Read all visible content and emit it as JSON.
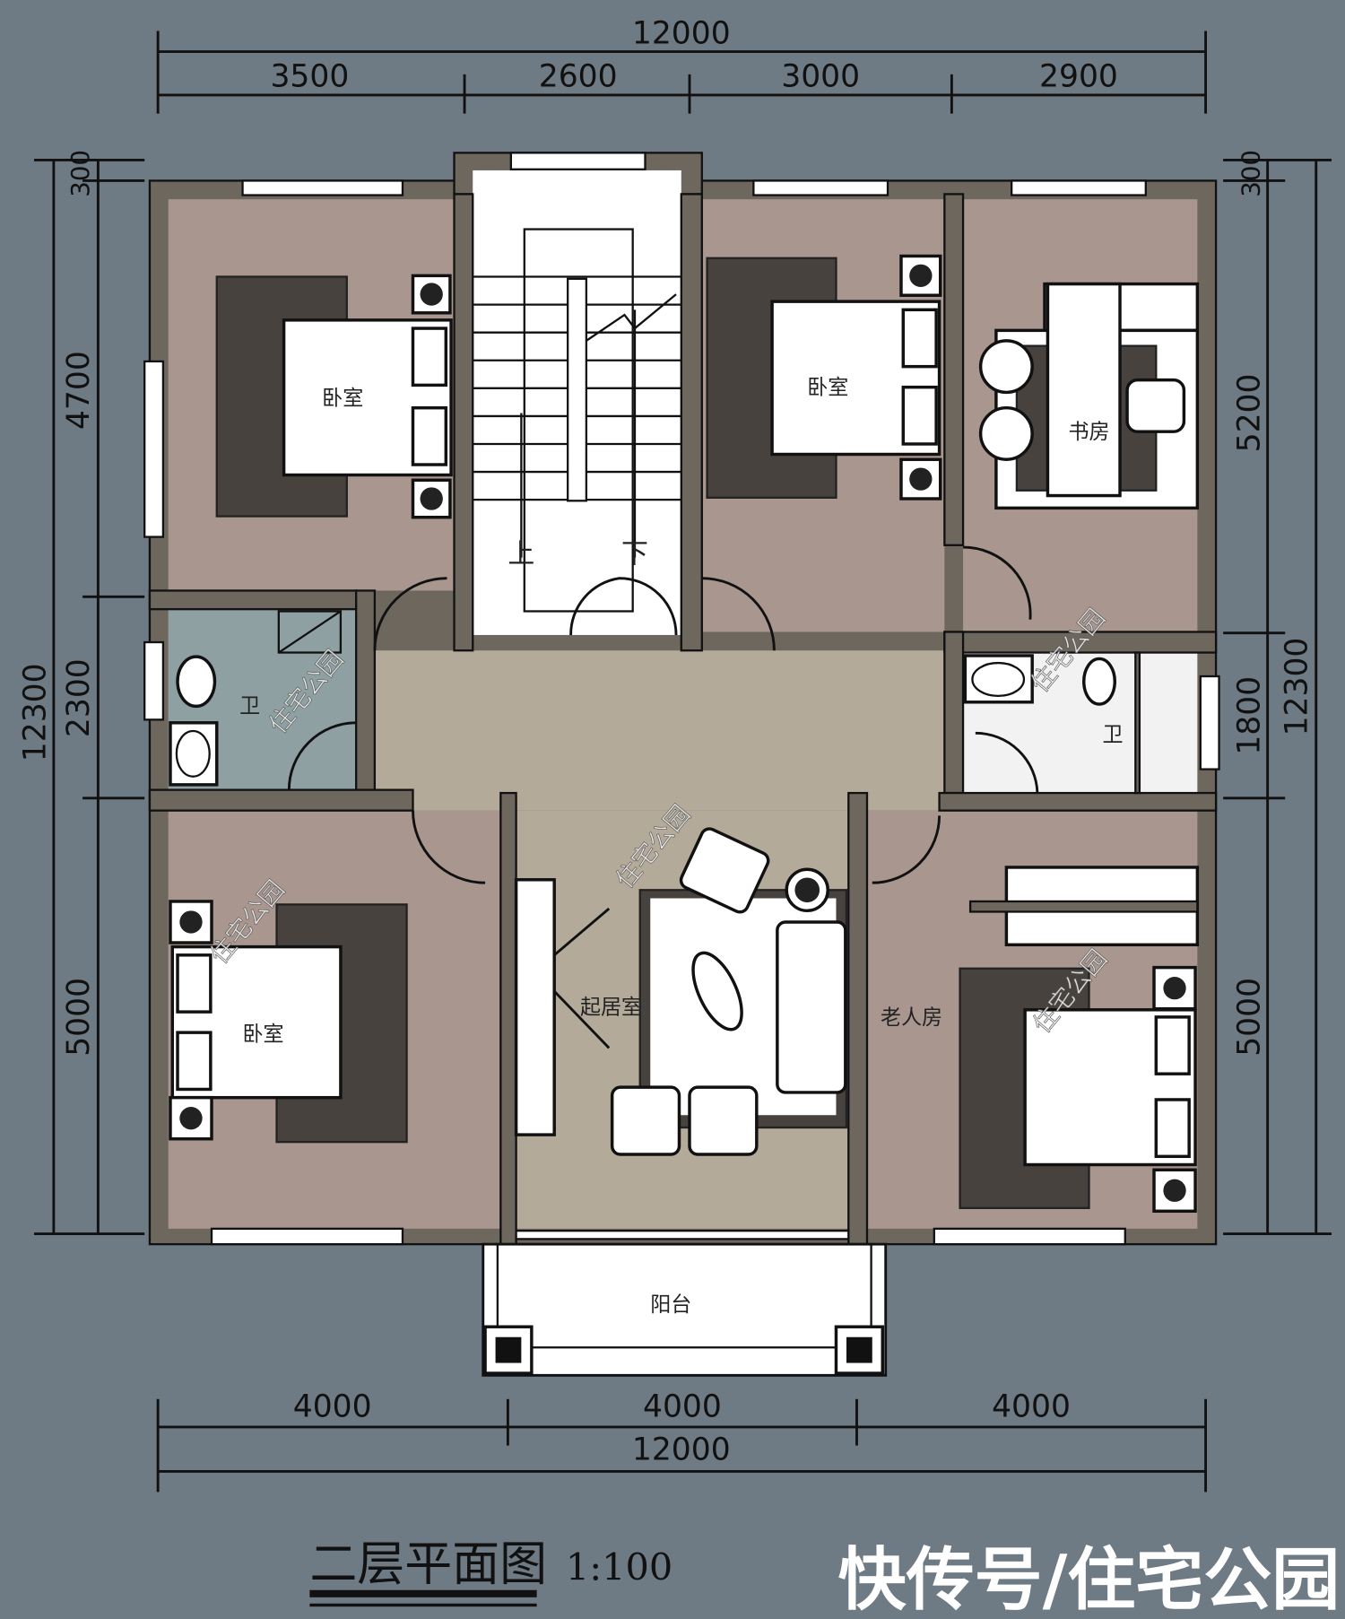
{
  "dimensions": {
    "top_total": "12000",
    "top_segments": [
      "3500",
      "2600",
      "3000",
      "2900"
    ],
    "bottom_segments": [
      "4000",
      "4000",
      "4000"
    ],
    "bottom_total": "12000",
    "left_total": "12300",
    "left_segments": [
      "300",
      "4700",
      "2300",
      "5000"
    ],
    "right_total": "12300",
    "right_segments": [
      "300",
      "5200",
      "1800",
      "5000"
    ]
  },
  "rooms": {
    "bedroom_top_left": "卧室",
    "bedroom_top_mid": "卧室",
    "study": "书房",
    "bath_left": "卫",
    "bath_right": "卫",
    "bedroom_bottom_left": "卧室",
    "living": "起居室",
    "elder_room": "老人房",
    "balcony": "阳台",
    "stair_up": "上",
    "stair_down": "下"
  },
  "title": "二层平面图",
  "scale": "1:100",
  "watermark_small": "住宅公园",
  "watermark_big": "快传号/住宅公园",
  "colors": {
    "background": "#6e7a84",
    "bedroom": "#a8968f",
    "hall": "#b4aa99",
    "bath_left": "#8fa0a2",
    "wall": "#6d675e"
  }
}
